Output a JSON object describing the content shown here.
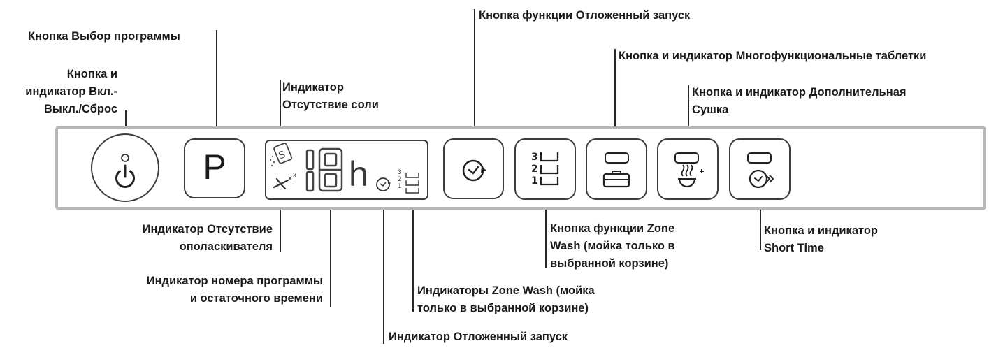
{
  "labels": {
    "program_select": "Кнопка Выбор программы",
    "power": "Кнопка и\nиндикатор Вкл.-\nВыкл./Сброс",
    "no_salt": "Индикатор\nОтсутствие соли",
    "delay_button": "Кнопка функции Отложенный запуск",
    "multi_tab": "Кнопка и индикатор Многофункциональные таблетки",
    "extra_dry": "Кнопка и индикатор Дополнительная\nСушка",
    "no_rinse_aid": "Индикатор Отсутствие\nополаскивателя",
    "program_time": "Индикатор номера программы\nи остаточного времени",
    "zone_wash_indicators": "Индикаторы Zone Wash (мойка\nтолько в выбранной корзине)",
    "delay_indicator": "Индикатор Отложенный запуск",
    "zone_wash_button": "Кнопка функции Zone\nWash (мойка только в\nвыбранной корзине)",
    "short_time": "Кнопка и индикатор\nShort Time"
  },
  "panel": {
    "program_key": "P",
    "display_digits": "18",
    "display_unit": "h",
    "basket_numbers": [
      "3",
      "2",
      "1"
    ]
  },
  "icons": [
    "power-icon",
    "delay-start-icon",
    "zone-wash-icon",
    "multi-tab-icon",
    "extra-dry-icon",
    "short-time-icon",
    "salt-icon",
    "rinse-aid-icon"
  ]
}
